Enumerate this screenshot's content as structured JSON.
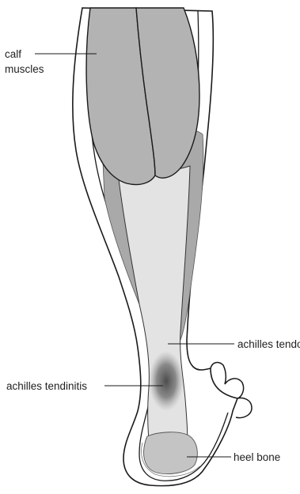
{
  "labels": {
    "calf_muscles_line1": "calf",
    "calf_muscles_line2": "muscles",
    "achilles_tendon": "achilles tendon",
    "achilles_tendinitis": "achilles tendinitis",
    "heel_bone": "heel bone"
  },
  "colors": {
    "outline": "#1a1a1a",
    "muscle": "#b3b3b3",
    "deep_muscle": "#a9a9a9",
    "tendon": "#e3e3e3",
    "inflammation": "#555555",
    "bone": "#c4c4c4",
    "skin": "#ffffff"
  }
}
